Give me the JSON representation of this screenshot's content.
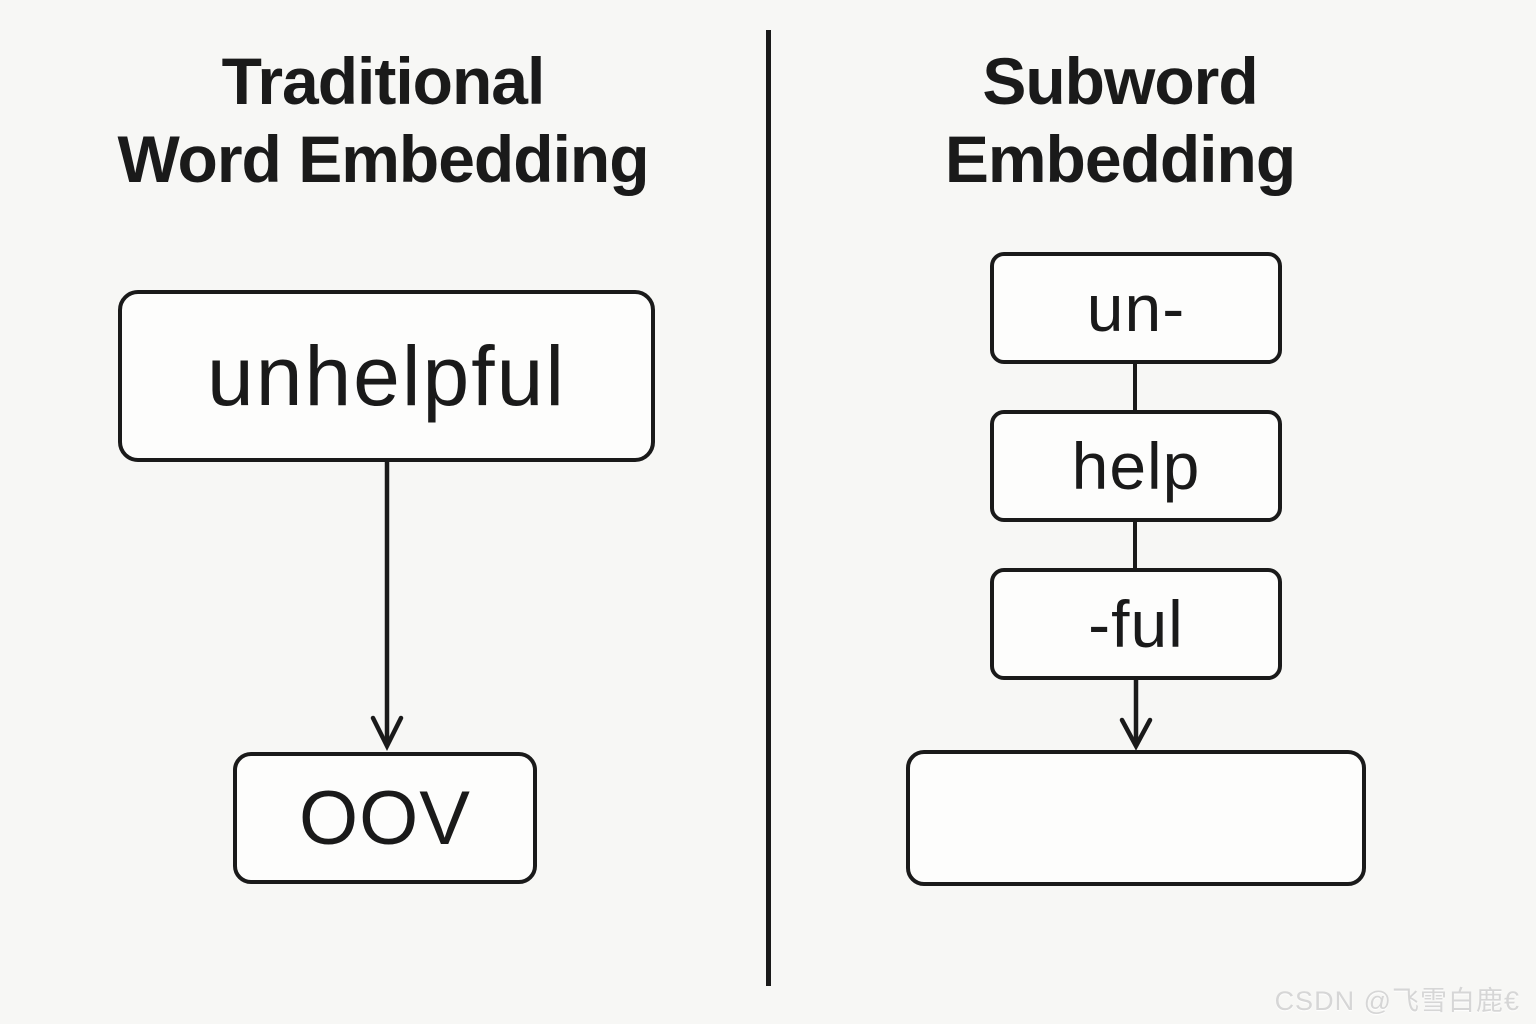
{
  "theme": {
    "bg": "#f7f7f5",
    "ink": "#1a1a1a",
    "box-fill": "#fdfdfc",
    "watermark-color": "#d6d6d6"
  },
  "left": {
    "title_line1": "Traditional",
    "title_line2": "Word Embedding",
    "word_box_label": "unhelpful",
    "result_box_label": "OOV"
  },
  "right": {
    "title_line1": "Subword",
    "title_line2": "Embedding",
    "subword_boxes": [
      {
        "label": "un-"
      },
      {
        "label": "help"
      },
      {
        "label": "-ful"
      }
    ],
    "result_box_label": ""
  },
  "watermark_text": "CSDN @飞雪白鹿€"
}
